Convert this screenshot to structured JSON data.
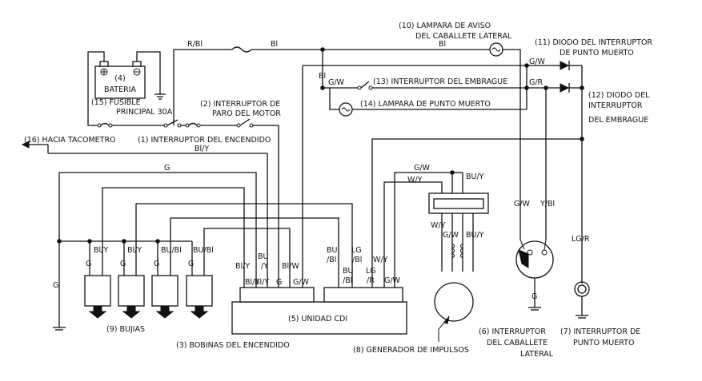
{
  "components": {
    "battery": {
      "number": "(4)",
      "name": "BATERIA"
    },
    "main_fuse": {
      "line1": "(15) FUSIBLE",
      "line2": "PRINCIPAL 30A"
    },
    "engine_stop_switch": {
      "line1": "(2) INTERRUPTOR DE",
      "line2": "PARO DEL MOTOR"
    },
    "tachometer": "(16) HACIA TACOMETRO",
    "ignition_switch": "(1) INTERRUPTOR DEL ENCENDIDO",
    "sidestand_lamp": {
      "line1": "(10) LAMPARA DE AVISO",
      "line2": "DEL CABALLETE LATERAL"
    },
    "neutral_diode": {
      "line1": "(11) DIODO DEL INTERRUPTOR",
      "line2": "DE PUNTO MUERTO"
    },
    "clutch_diode": {
      "line1": "(12) DIODO DEL",
      "line2": "INTERRUPTOR",
      "line3": "DEL EMBRAGUE"
    },
    "clutch_switch": "(13) INTERRUPTOR DEL EMBRAGUE",
    "neutral_lamp": "(14) LAMPARA DE PUNTO MUERTO",
    "cdi_unit": "(5) UNIDAD CDI",
    "spark_plugs": "(9) BUJIAS",
    "ignition_coils": "(3) BOBINAS DEL ENCENDIDO",
    "pulse_generator": "(8) GENERADOR DE IMPULSOS",
    "sidestand_switch": {
      "line1": "(6) INTERRUPTOR",
      "line2": "DEL CABALLETE",
      "line3": "LATERAL"
    },
    "neutral_switch": {
      "line1": "(7) INTERRUPTOR DE",
      "line2": "PUNTO MUERTO"
    }
  },
  "wires": {
    "r_bl": "R/Bl",
    "bl_1": "Bl",
    "bl_2": "Bl",
    "bl_3": "Bl",
    "bl_y_top": "Bl/Y",
    "g_top": "G",
    "g_w_clutch": "G/W",
    "g_w_diode": "G/W",
    "g_r_diode": "G/R",
    "g_w_pulse": "G/W",
    "w_y_pulse": "W/Y",
    "bu_y_pulse": "BU/Y",
    "w_y_conn": "W/Y",
    "g_w_conn": "G/W",
    "bu_y_conn": "BU/Y",
    "g_w_side": "G/W",
    "y_bl_side": "Y/Bl",
    "lg_r_neutral": "LG/R",
    "g_side_ground": "G",
    "g_left_ground": "G",
    "plug1_top": "Bl/Y",
    "plug2_top": "Bl/Y",
    "plug3_top": "BU/Bl",
    "plug4_top": "BU/Bl",
    "plug1_g": "G",
    "plug2_g": "G",
    "plug3_g": "G",
    "plug4_g": "G",
    "cdi_a1": "Bl/Y",
    "cdi_a2a": "BU",
    "cdi_a2b": "/Y",
    "cdi_a3": "Bl/W",
    "cdi_b1": "Bl/Y",
    "cdi_b2": "Bl/Y",
    "cdi_b3": "G",
    "cdi_b4": "G/W",
    "cdi_c1a": "BU",
    "cdi_c1b": "/Bl",
    "cdi_c2a": "LG",
    "cdi_c2b": "/Bl",
    "cdi_c3": "W/Y",
    "cdi_d1a": "BU",
    "cdi_d1b": "/Bl",
    "cdi_d2a": "LG",
    "cdi_d2b": "/R",
    "cdi_d3": "G/W"
  }
}
